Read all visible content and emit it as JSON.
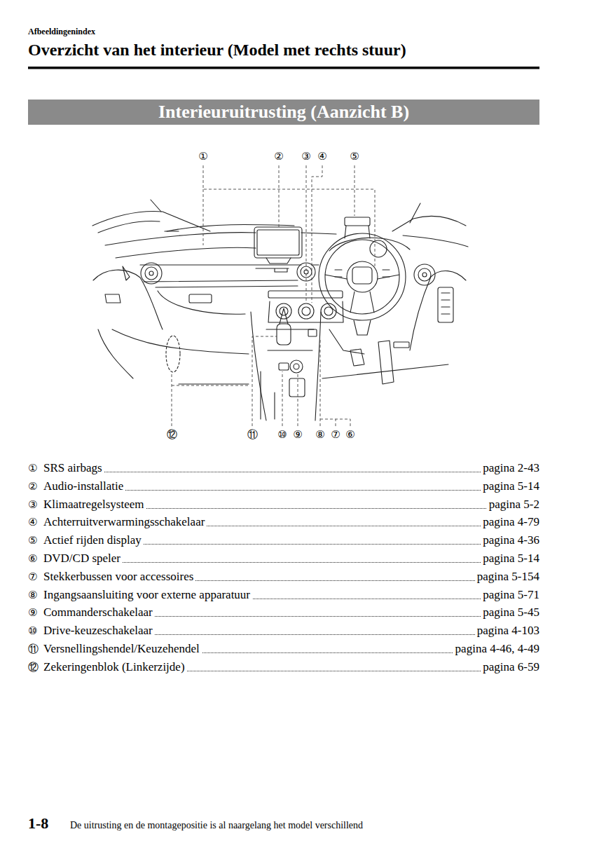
{
  "diagram": {
    "title": "Overzicht van het interieur (Model met rechts stuur)",
    "nodes": [
      {
        "text": [
          "Interieuruitrusting (Aanzicht B)"
        ]
      }
    ],
    "labels": [
      "Afbeeldingenindex",
      "①",
      "②",
      "③",
      "④",
      "⑤",
      "⑫",
      "⑪",
      "⑩",
      "⑨",
      "⑧",
      "⑦",
      "⑥",
      "①",
      "SRS airbags",
      "pagina 2-43",
      "②",
      "Audio-installatie",
      "pagina 5-14",
      "③",
      "Klimaatregelsysteem",
      "pagina 5-2",
      "④",
      "Achterruitverwarmingsschakelaar",
      "pagina 4-79",
      "⑤",
      "Actief rijden display",
      "pagina 4-36",
      "⑥",
      "DVD/CD speler",
      "pagina 5-14",
      "⑦",
      "Stekkerbussen voor accessoires",
      "pagina 5-154",
      "⑧",
      "Ingangsaansluiting voor externe apparatuur",
      "pagina 5-71",
      "⑨",
      "Commanderschakelaar",
      "pagina 5-45",
      "⑩",
      "Drive-keuzeschakelaar",
      "pagina 4-103",
      "⑪",
      "Versnellingshendel/Keuzehendel",
      "pagina 4-46, 4-49",
      "⑫",
      "Zekeringenblok (Linkerzijde)",
      "pagina 6-59",
      "1-8",
      "De uitrusting en de montagepositie is al naargelang het model verschillend"
    ]
  }
}
